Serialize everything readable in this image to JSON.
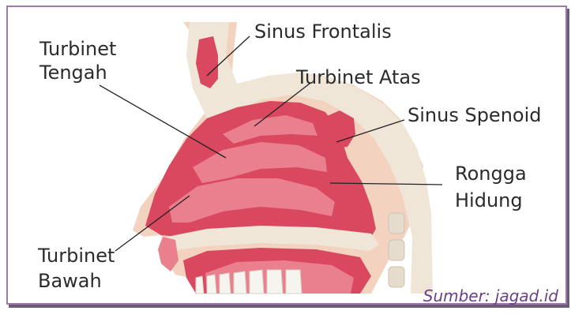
{
  "labels": {
    "sinus_frontalis": "Sinus Frontalis",
    "turbinet_tengah_line1": "Turbinet",
    "turbinet_tengah_line2": "Tengah",
    "turbinet_atas": "Turbinet Atas",
    "sinus_spenoid": "Sinus Spenoid",
    "rongga_hidung_line1": "Rongga",
    "rongga_hidung_line2": "Hidung",
    "turbinet_bawah_line1": "Turbinet",
    "turbinet_bawah_line2": "Bawah"
  },
  "credit": "Sumber: jagad.id",
  "colors": {
    "border": "#9b7aa8",
    "skin": "#f3d3bf",
    "bone": "#efe6d8",
    "cavity": "#d9485f",
    "mucosa": "#ea7f8e",
    "credit": "#6b3f86"
  }
}
